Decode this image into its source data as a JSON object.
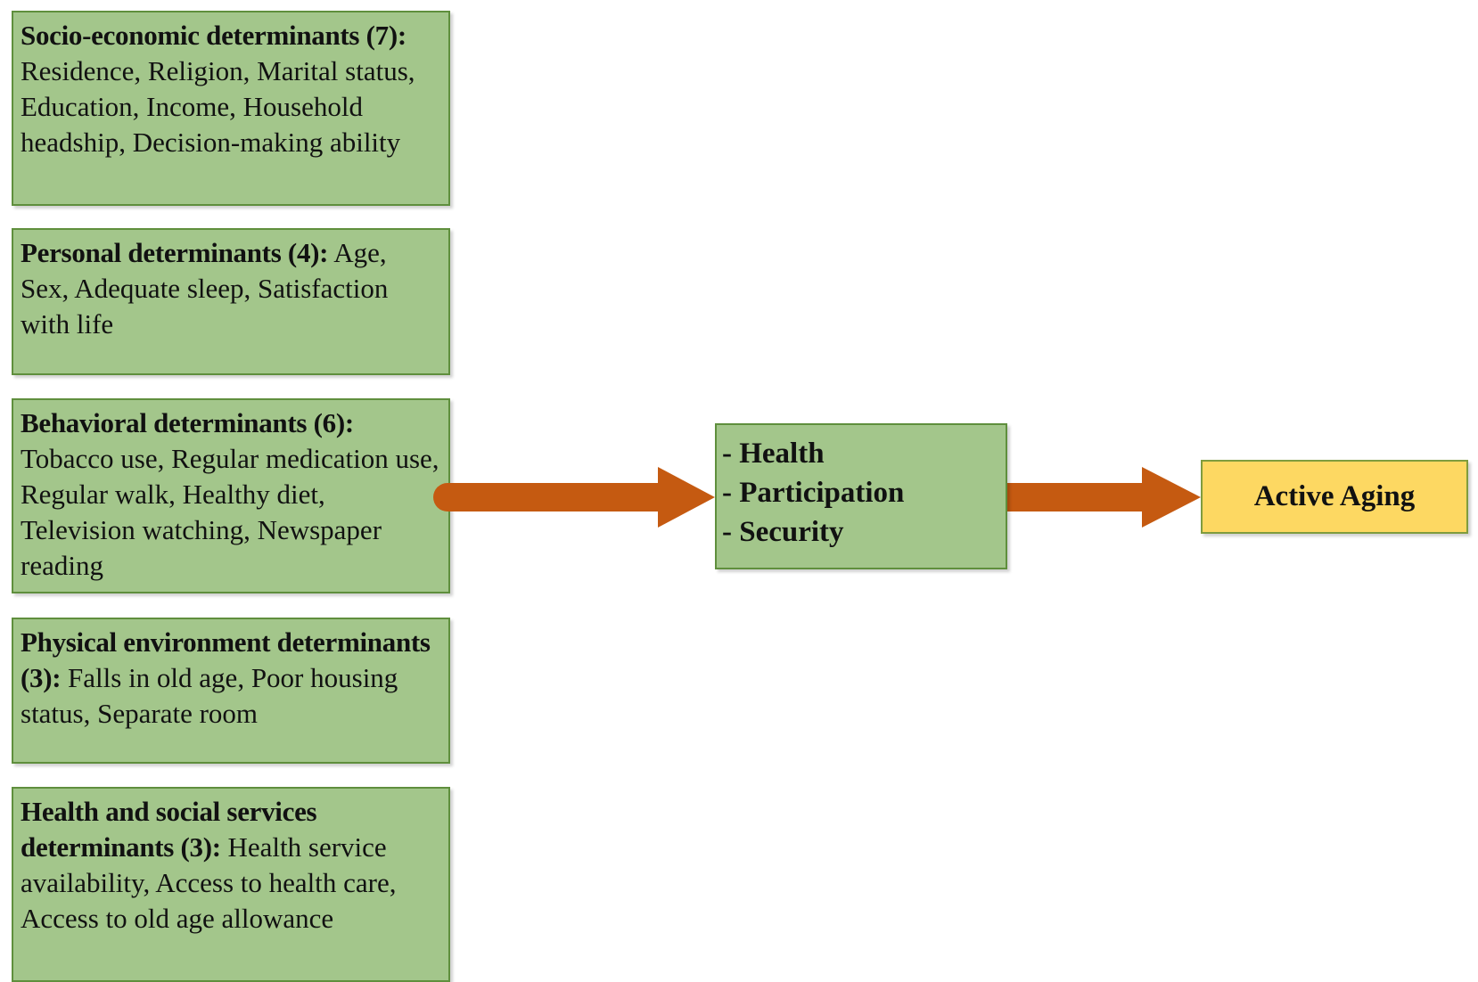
{
  "determinants": [
    {
      "title": "Socio-economic determinants (7):",
      "items": "Residence, Religion, Marital status, Education, Income, Household headship, Decision-making ability"
    },
    {
      "title": "Personal determinants (4):",
      "items": "Age, Sex, Adequate sleep, Satisfaction with life"
    },
    {
      "title": "Behavioral determinants (6):",
      "items": "Tobacco use, Regular medication use, Regular walk, Healthy  diet, Television watching, Newspaper reading"
    },
    {
      "title": "Physical environment determinants (3):",
      "items": "Falls in old age, Poor housing status, Separate room"
    },
    {
      "title": "Health and social services determinants (3):",
      "items": "Health service availability, Access to health care, Access to old age allowance"
    }
  ],
  "pillars": [
    "- Health",
    "- Participation",
    "- Security"
  ],
  "outcome": "Active Aging",
  "colors": {
    "box_fill": "#a3c68b",
    "box_border": "#5f8f3d",
    "outcome_fill": "#fdd862",
    "arrow": "#c55a11"
  }
}
